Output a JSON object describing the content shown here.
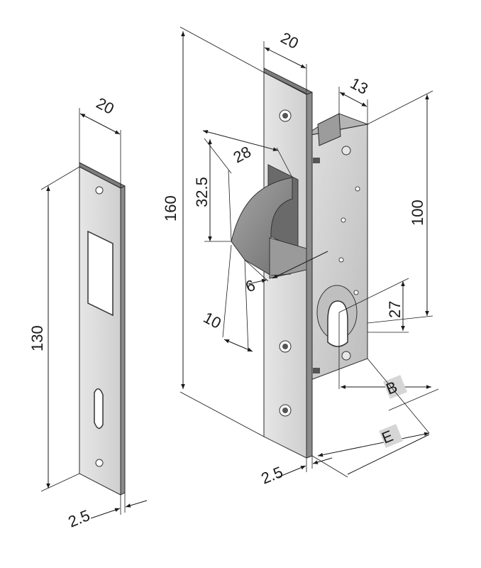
{
  "dimensions": {
    "strike_width": "20",
    "strike_length": "130",
    "strike_thickness": "2.5",
    "faceplate_width": "20",
    "faceplate_length": "160",
    "faceplate_thickness": "2.5",
    "case_depth": "13",
    "case_height": "100",
    "latch_depth": "28",
    "latch_height": "32.5",
    "latch_offset": "6",
    "latch_bottom": "10",
    "cylinder_center": "27"
  },
  "badges": {
    "backset": "B",
    "overall_depth": "E"
  },
  "colors": {
    "steel_face": "#d9d9d9",
    "steel_edge": "#8e8e8e",
    "case": "#c8c8c8",
    "latch": "#8a8a8a",
    "badge_bg": "#d6d6d6"
  }
}
